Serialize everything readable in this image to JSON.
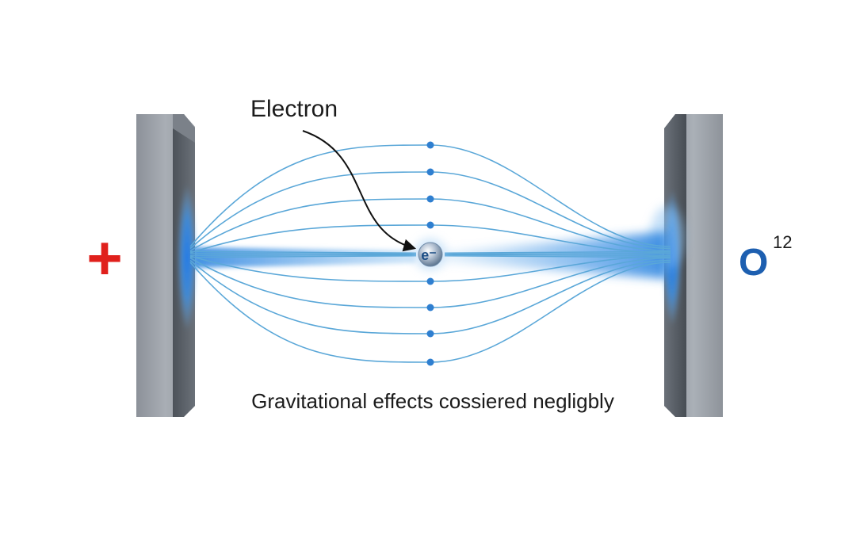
{
  "labels": {
    "electron": "Electron",
    "electron_symbol": "e⁻",
    "left_charge": "+",
    "right_charge_symbol": "O",
    "right_charge_superscript": "12",
    "caption": "Gravitational effects cossiered negligbly"
  },
  "colors": {
    "background": "#ffffff",
    "plate_front": "#9ea3aa",
    "plate_side": "#5d636b",
    "field_line": "#5aa7d8",
    "field_glow": "#2f86e0",
    "field_dot": "#2f7fd0",
    "plus_sign": "#e0201c",
    "right_symbol": "#1d5fb0",
    "text": "#1b1b1b"
  },
  "field": {
    "line_count": 9,
    "arch_line_count": 8
  }
}
